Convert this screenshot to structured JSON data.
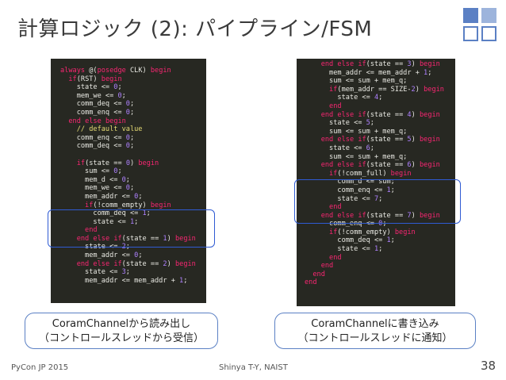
{
  "slide": {
    "title": "計算ロジック (2): パイプライン/FSM",
    "footer_left": "PyCon JP 2015",
    "footer_center": "Shinya T-Y, NAIST",
    "page_number": "38"
  },
  "colors": {
    "code_bg": "#272822",
    "keyword": "#f92672",
    "number": "#ae81ff",
    "comment": "#e6db74",
    "highlight": "#2f5bd3",
    "callout_border": "#5b80c4"
  },
  "code_left": [
    "always @(posedge CLK) begin",
    "  if(RST) begin",
    "    state <= 0;",
    "    mem_we <= 0;",
    "    comm_deq <= 0;",
    "    comm_enq <= 0;",
    "  end else begin",
    "    // default value",
    "    comm_enq <= 0;",
    "    comm_deq <= 0;",
    "",
    "    if(state == 0) begin",
    "      sum <= 0;",
    "      mem_d <= 0;",
    "      mem_we <= 0;",
    "      mem_addr <= 0;",
    "      if(!comm_empty) begin",
    "        comm_deq <= 1;",
    "        state <= 1;",
    "      end",
    "    end else if(state == 1) begin",
    "      state <= 2;",
    "      mem_addr <= 0;",
    "    end else if(state == 2) begin",
    "      state <= 3;",
    "      mem_addr <= mem_addr + 1;"
  ],
  "code_right": [
    "    end else if(state == 3) begin",
    "      mem_addr <= mem_addr + 1;",
    "      sum <= sum + mem_q;",
    "      if(mem_addr == SIZE-2) begin",
    "        state <= 4;",
    "      end",
    "    end else if(state == 4) begin",
    "      state <= 5;",
    "      sum <= sum + mem_q;",
    "    end else if(state == 5) begin",
    "      state <= 6;",
    "      sum <= sum + mem_q;",
    "    end else if(state == 6) begin",
    "      if(!comm_full) begin",
    "        comm_d <= sum;",
    "        comm_enq <= 1;",
    "        state <= 7;",
    "      end",
    "    end else if(state == 7) begin",
    "      comm_enq <= 0;",
    "      if(!comm_empty) begin",
    "        comm_deq <= 1;",
    "        state <= 1;",
    "      end",
    "    end",
    "  end",
    "end"
  ],
  "callout_left": {
    "line1": "CoramChannelから読み出し",
    "line2": "（コントロールスレッドから受信）"
  },
  "callout_right": {
    "line1": "CoramChannelに書き込み",
    "line2": "（コントロールスレッドに通知）"
  }
}
